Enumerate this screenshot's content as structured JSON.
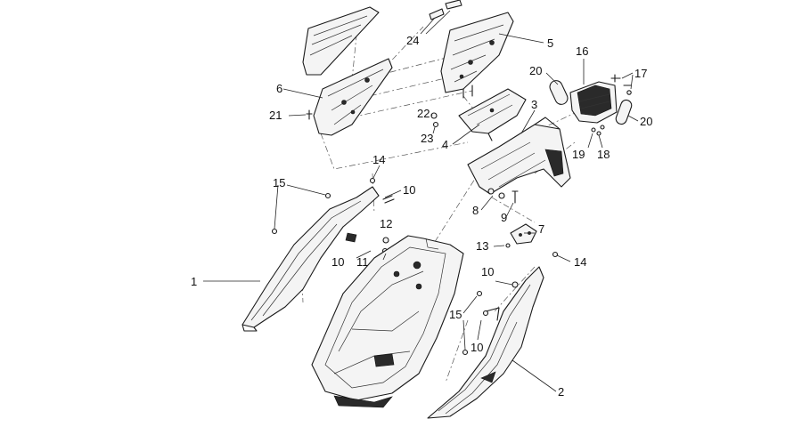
{
  "callouts": [
    {
      "id": "c1",
      "text": "1"
    },
    {
      "id": "c2",
      "text": "2"
    },
    {
      "id": "c3",
      "text": "3"
    },
    {
      "id": "c4",
      "text": "4"
    },
    {
      "id": "c5",
      "text": "5"
    },
    {
      "id": "c6",
      "text": "6"
    },
    {
      "id": "c7",
      "text": "7"
    },
    {
      "id": "c8",
      "text": "8"
    },
    {
      "id": "c9",
      "text": "9"
    },
    {
      "id": "c10a",
      "text": "10"
    },
    {
      "id": "c10b",
      "text": "10"
    },
    {
      "id": "c10c",
      "text": "10"
    },
    {
      "id": "c10d",
      "text": "10"
    },
    {
      "id": "c11",
      "text": "11"
    },
    {
      "id": "c12",
      "text": "12"
    },
    {
      "id": "c13",
      "text": "13"
    },
    {
      "id": "c14a",
      "text": "14"
    },
    {
      "id": "c14b",
      "text": "14"
    },
    {
      "id": "c15a",
      "text": "15"
    },
    {
      "id": "c15b",
      "text": "15"
    },
    {
      "id": "c16",
      "text": "16"
    },
    {
      "id": "c17",
      "text": "17"
    },
    {
      "id": "c18",
      "text": "18"
    },
    {
      "id": "c19",
      "text": "19"
    },
    {
      "id": "c20a",
      "text": "20"
    },
    {
      "id": "c20b",
      "text": "20"
    },
    {
      "id": "c21",
      "text": "21"
    },
    {
      "id": "c22",
      "text": "22"
    },
    {
      "id": "c23",
      "text": "23"
    },
    {
      "id": "c24",
      "text": "24"
    }
  ]
}
